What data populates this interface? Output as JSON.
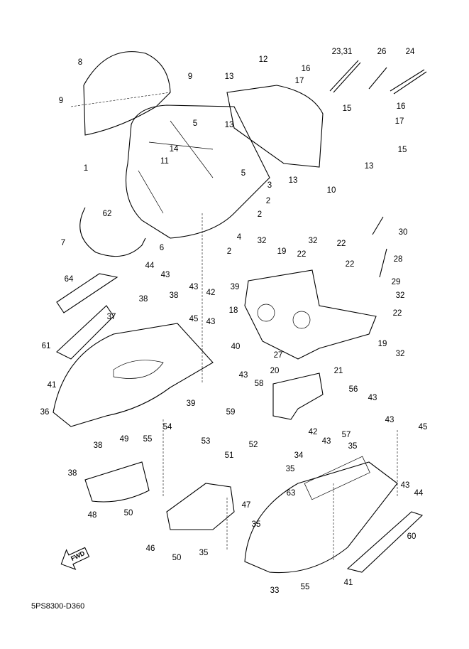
{
  "diagram_code": "5PS8300-D360",
  "fwd_badge": "FWD",
  "labels": [
    "8",
    "9",
    "9",
    "12",
    "13",
    "16",
    "17",
    "23,31",
    "26",
    "24",
    "15",
    "16",
    "17",
    "15",
    "13",
    "5",
    "14",
    "11",
    "1",
    "13",
    "5",
    "3",
    "2",
    "10",
    "13",
    "62",
    "7",
    "2",
    "4",
    "6",
    "2",
    "32",
    "19",
    "32",
    "22",
    "22",
    "22",
    "30",
    "28",
    "29",
    "64",
    "44",
    "43",
    "38",
    "38",
    "43",
    "42",
    "39",
    "18",
    "32",
    "22",
    "37",
    "45",
    "43",
    "61",
    "40",
    "19",
    "32",
    "27",
    "21",
    "41",
    "20",
    "43",
    "58",
    "39",
    "59",
    "56",
    "43",
    "36",
    "54",
    "53",
    "55",
    "38",
    "49",
    "57",
    "43",
    "45",
    "42",
    "43",
    "35",
    "34",
    "52",
    "51",
    "38",
    "35",
    "63",
    "43",
    "44",
    "48",
    "50",
    "47",
    "46",
    "35",
    "35",
    "60",
    "50",
    "41",
    "55",
    "33"
  ]
}
